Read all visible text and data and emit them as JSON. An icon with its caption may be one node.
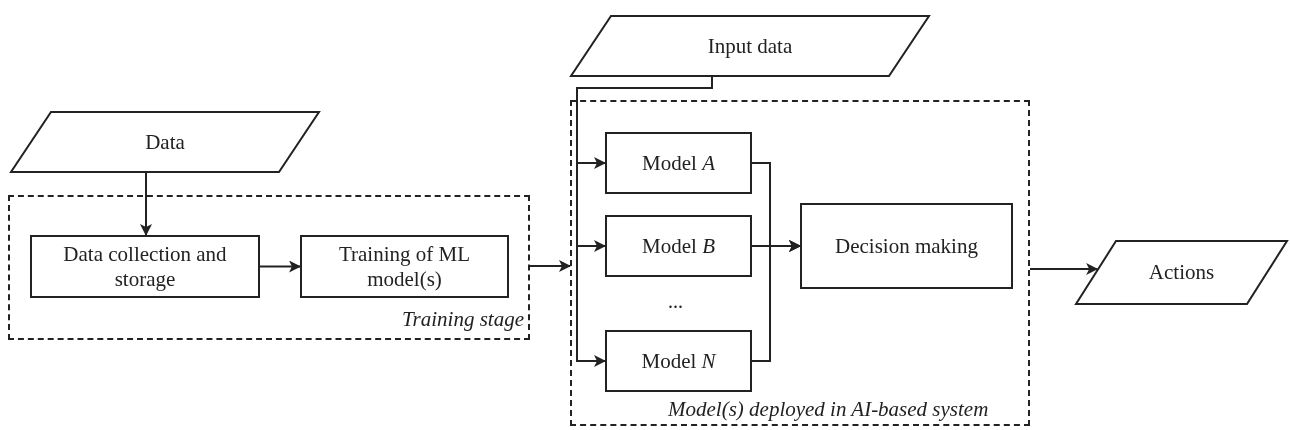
{
  "diagram": {
    "nodes": [
      {
        "text": [
          "Data"
        ]
      },
      {
        "text": [
          "Training stage"
        ]
      },
      {
        "text": [
          "Data collection and storage"
        ],
        "in": 1
      },
      {
        "text": [
          "Training of ML model(s)"
        ],
        "in": 1
      },
      {
        "text": [
          "Input data"
        ]
      },
      {
        "text": [
          "Model(s) deployed in AI-based system"
        ]
      },
      {
        "text": [
          "Model *A*"
        ],
        "in": 5
      },
      {
        "text": [
          "Model *B*"
        ],
        "in": 5
      },
      {
        "text": [
          "Model *N*"
        ],
        "in": 5
      },
      {
        "text": [
          "Decision making"
        ],
        "in": 5
      },
      {
        "text": [
          "Actions"
        ]
      }
    ],
    "edges": [
      {
        "from": 0,
        "to": 2,
        "arrow": "to"
      },
      {
        "from": 2,
        "to": 3,
        "arrow": "to"
      },
      {
        "from": 1,
        "to": 5,
        "arrow": "to"
      },
      {
        "from": 4,
        "to": 6,
        "arrow": "to"
      },
      {
        "from": 4,
        "to": 7,
        "arrow": "to"
      },
      {
        "from": 4,
        "to": 8,
        "arrow": "to"
      },
      {
        "from": 6,
        "to": 9,
        "arrow": "to"
      },
      {
        "from": 7,
        "to": 9,
        "arrow": "to"
      },
      {
        "from": 8,
        "to": 9,
        "arrow": "to"
      },
      {
        "from": 5,
        "to": 10,
        "arrow": "to"
      }
    ],
    "labels": [
      "..."
    ]
  }
}
